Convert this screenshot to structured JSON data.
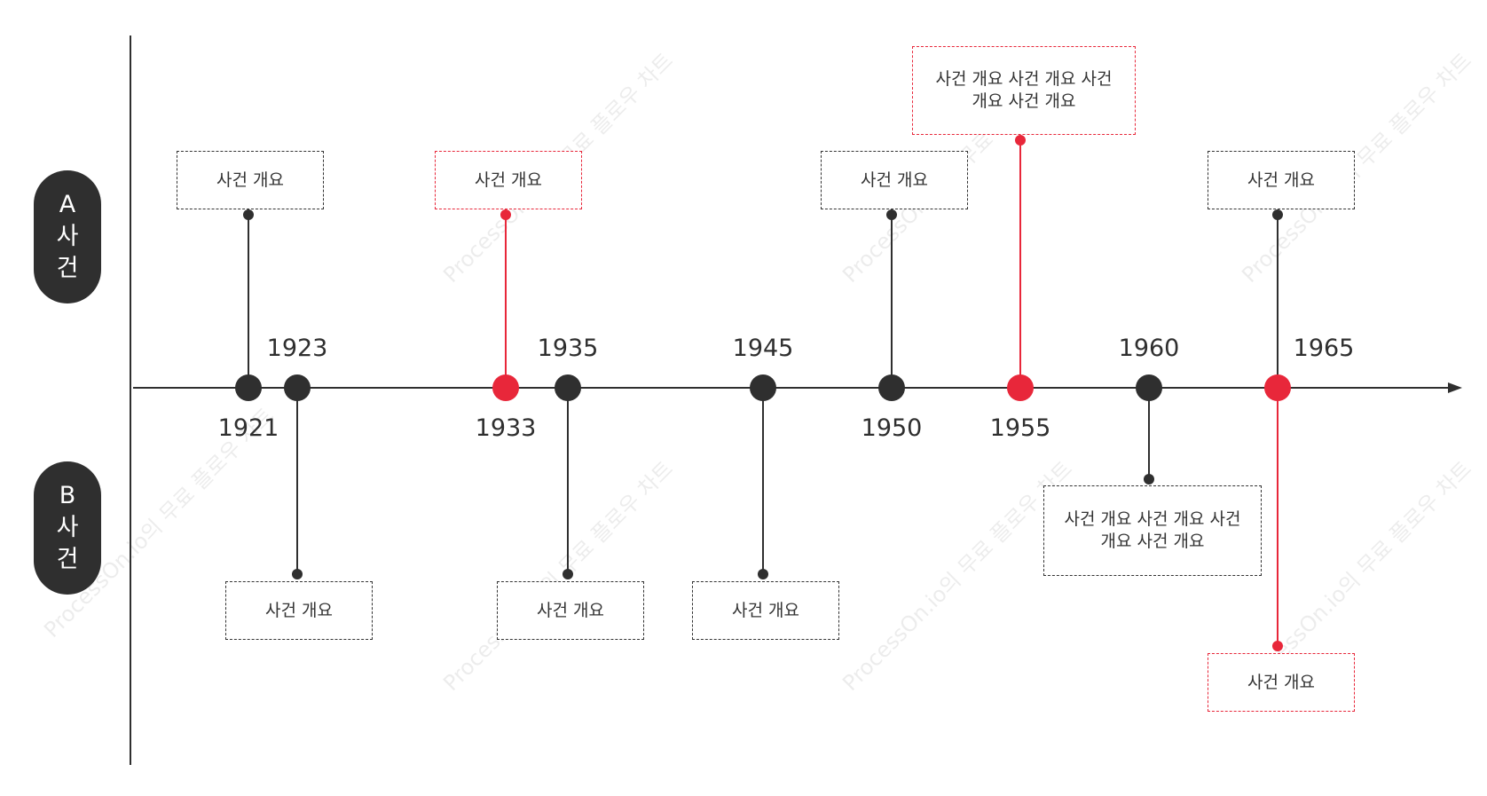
{
  "lanes": {
    "a": {
      "letter": "A",
      "line1": "사",
      "line2": "건"
    },
    "b": {
      "letter": "B",
      "line1": "사",
      "line2": "건"
    }
  },
  "colors": {
    "dark": "#2f2f2f",
    "red": "#e8273a"
  },
  "watermark": "ProcessOn.io의 무료 플로우 차트",
  "events": [
    {
      "year": "1921",
      "side": "A",
      "text": "사건 개요",
      "color": "dark"
    },
    {
      "year": "1923",
      "side": "B",
      "text": "사건 개요",
      "color": "dark"
    },
    {
      "year": "1933",
      "side": "A",
      "text": "사건 개요",
      "color": "red"
    },
    {
      "year": "1935",
      "side": "B",
      "text": "사건 개요",
      "color": "dark"
    },
    {
      "year": "1945",
      "side": "B",
      "text": "사건 개요",
      "color": "dark"
    },
    {
      "year": "1950",
      "side": "A",
      "text": "사건 개요",
      "color": "dark"
    },
    {
      "year": "1955",
      "side": "A",
      "text": "사건 개요 사건 개요 사건 개요 사건 개요",
      "color": "red"
    },
    {
      "year": "1960",
      "side": "B",
      "text": "사건 개요 사건 개요 사건 개요 사건 개요",
      "color": "dark"
    },
    {
      "year": "1965",
      "side": "A",
      "text": "사건 개요",
      "color": "dark"
    },
    {
      "year": "1965",
      "side": "B",
      "text": "사건 개요",
      "color": "red"
    }
  ]
}
